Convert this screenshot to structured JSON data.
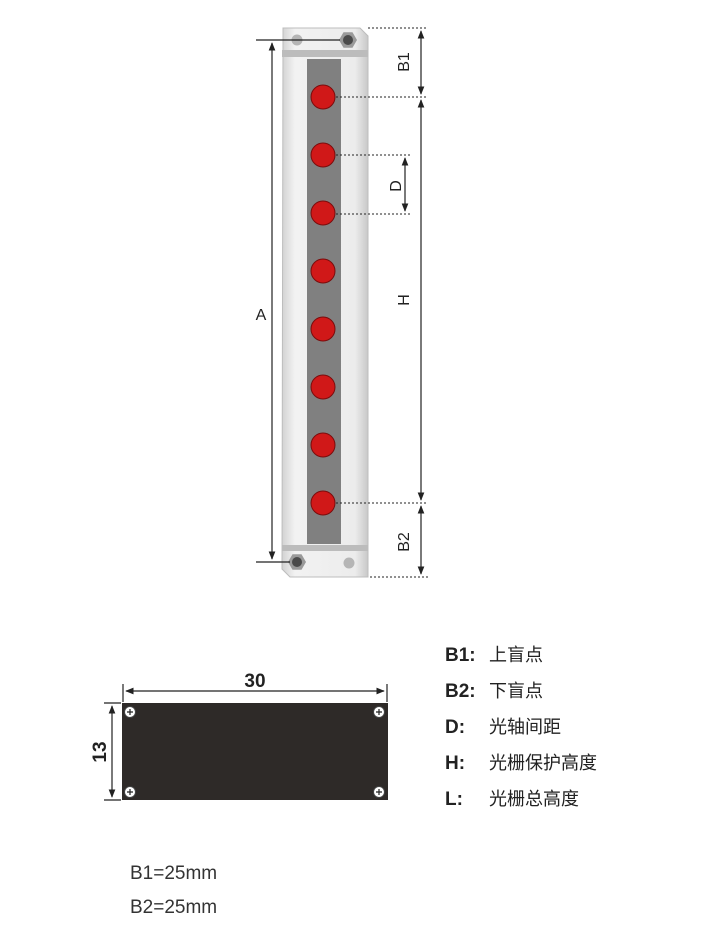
{
  "diagram": {
    "dim_labels": {
      "A": "A",
      "B1": "B1",
      "B2": "B2",
      "D": "D",
      "H": "H"
    },
    "cross_section": {
      "width_label": "30",
      "height_label": "13"
    },
    "beam_count": 8,
    "colors": {
      "beam": "#d01818",
      "rail": "#e2e2e2",
      "channel": "#808080",
      "profile": "#2e2a28"
    }
  },
  "legend": [
    {
      "key": "B1:",
      "desc": "上盲点"
    },
    {
      "key": "B2:",
      "desc": "下盲点"
    },
    {
      "key": "D:",
      "desc": "光轴间距"
    },
    {
      "key": "H:",
      "desc": "光栅保护高度"
    },
    {
      "key": "L:",
      "desc": "光栅总高度"
    }
  ],
  "values": [
    "B1=25mm",
    "B2=25mm"
  ]
}
